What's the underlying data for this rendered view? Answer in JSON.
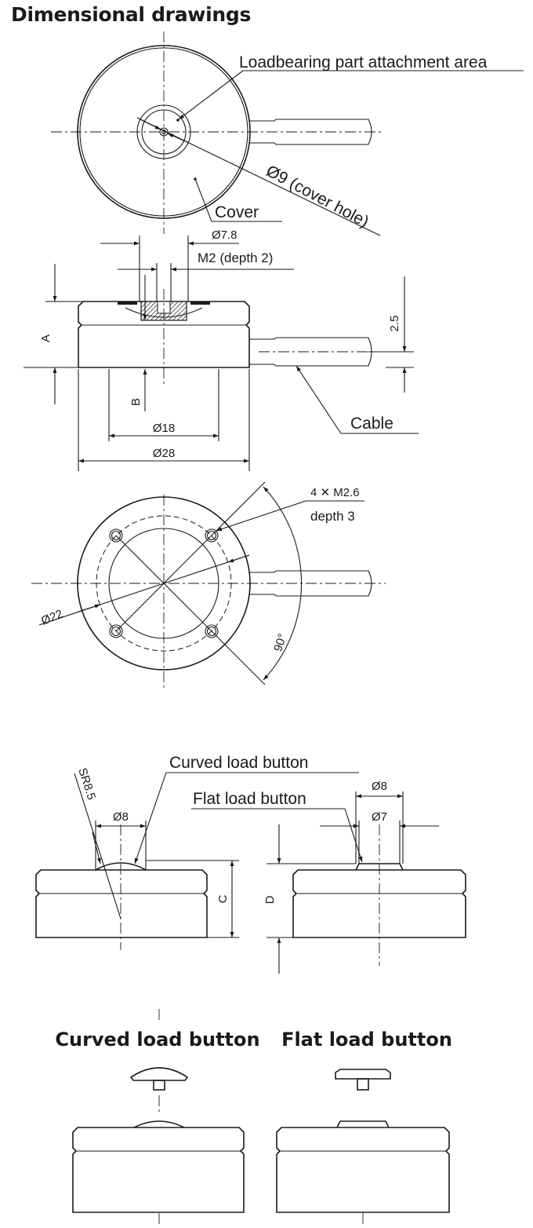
{
  "page_title": "Dimensional drawings",
  "top_view": {
    "callout_attachment": "Loadbearing part attachment area",
    "callout_cover_hole": "Ø9 (cover hole)",
    "callout_cover": "Cover"
  },
  "side_view": {
    "dim_d78": "Ø7.8",
    "dim_thread": "M2 (depth 2)",
    "dim_a": "A",
    "dim_b": "B",
    "dim_25": "2.5",
    "dim_d18": "Ø18",
    "dim_d28": "Ø28",
    "callout_cable": "Cable"
  },
  "bottom_view": {
    "dim_holes": "4 ✕ M2.6",
    "dim_depth": "depth 3",
    "dim_pcd": "Ø22",
    "dim_angle": "90°"
  },
  "button_views": {
    "curved_label": "Curved load button",
    "flat_label": "Flat load button",
    "dim_sr": "SR8.5",
    "dim_d8_curved": "Ø8",
    "dim_d8_flat": "Ø8",
    "dim_d7": "Ø7",
    "dim_c": "C",
    "dim_d": "D"
  },
  "exploded": {
    "curved_title": "Curved load button",
    "flat_title": "Flat load button"
  }
}
